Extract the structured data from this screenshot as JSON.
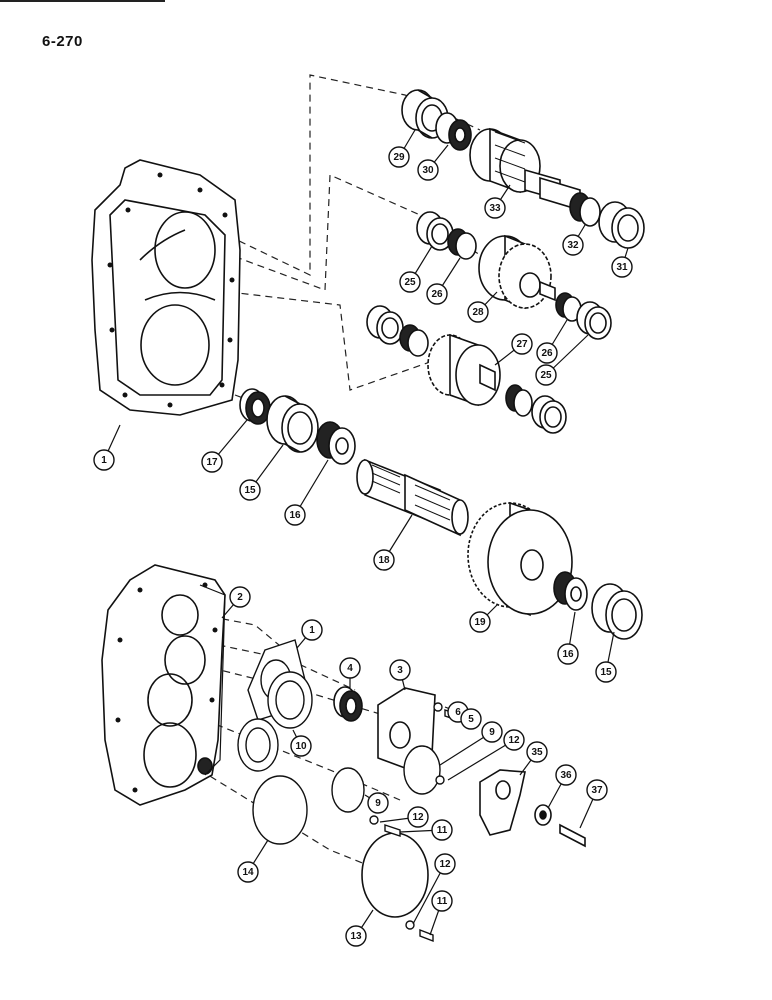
{
  "page": {
    "number": "6-270"
  },
  "callouts": [
    {
      "id": "c29",
      "label": "29"
    },
    {
      "id": "c30",
      "label": "30"
    },
    {
      "id": "c33",
      "label": "33"
    },
    {
      "id": "c32",
      "label": "32"
    },
    {
      "id": "c31",
      "label": "31"
    },
    {
      "id": "c25a",
      "label": "25"
    },
    {
      "id": "c26a",
      "label": "26"
    },
    {
      "id": "c28",
      "label": "28"
    },
    {
      "id": "c27",
      "label": "27"
    },
    {
      "id": "c26b",
      "label": "26"
    },
    {
      "id": "c25b",
      "label": "25"
    },
    {
      "id": "c1a",
      "label": "1"
    },
    {
      "id": "c17",
      "label": "17"
    },
    {
      "id": "c15a",
      "label": "15"
    },
    {
      "id": "c16a",
      "label": "16"
    },
    {
      "id": "c18",
      "label": "18"
    },
    {
      "id": "c19",
      "label": "19"
    },
    {
      "id": "c16b",
      "label": "16"
    },
    {
      "id": "c15b",
      "label": "15"
    },
    {
      "id": "c2",
      "label": "2"
    },
    {
      "id": "c1b",
      "label": "1"
    },
    {
      "id": "c4",
      "label": "4"
    },
    {
      "id": "c3",
      "label": "3"
    },
    {
      "id": "c6",
      "label": "6"
    },
    {
      "id": "c5",
      "label": "5"
    },
    {
      "id": "c9a",
      "label": "9"
    },
    {
      "id": "c12a",
      "label": "12"
    },
    {
      "id": "c35",
      "label": "35"
    },
    {
      "id": "c10",
      "label": "10"
    },
    {
      "id": "c36",
      "label": "36"
    },
    {
      "id": "c37",
      "label": "37"
    },
    {
      "id": "c9b",
      "label": "9"
    },
    {
      "id": "c12b",
      "label": "12"
    },
    {
      "id": "c11a",
      "label": "11"
    },
    {
      "id": "c14",
      "label": "14"
    },
    {
      "id": "c12c",
      "label": "12"
    },
    {
      "id": "c11b",
      "label": "11"
    },
    {
      "id": "c13",
      "label": "13"
    }
  ]
}
